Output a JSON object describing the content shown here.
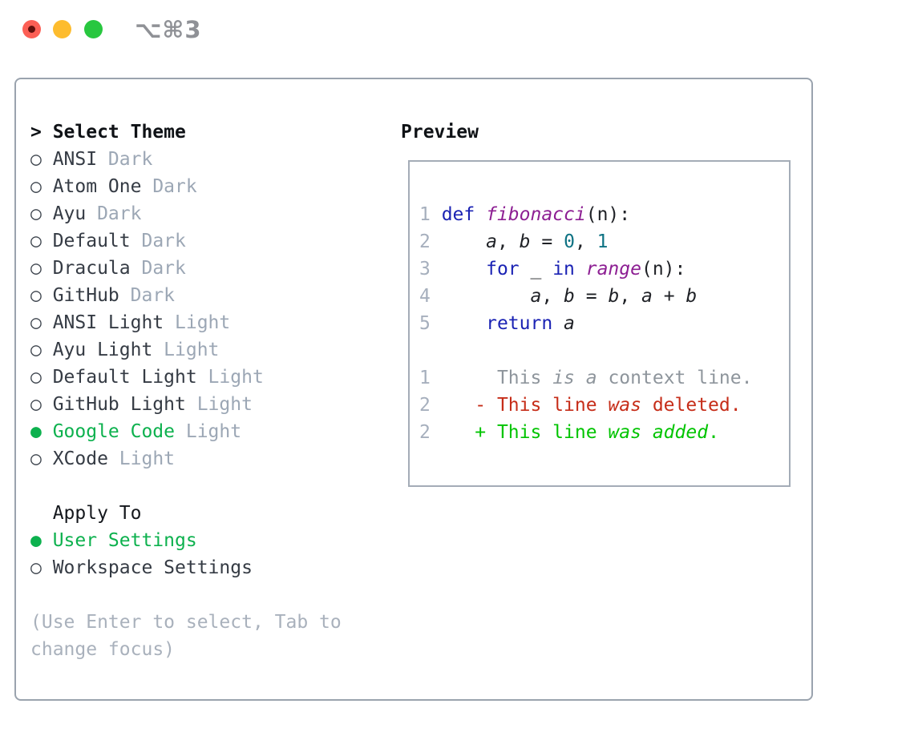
{
  "window": {
    "shortcut_label": "⌥⌘3",
    "traffic_lights": [
      "close",
      "minimize",
      "maximize"
    ]
  },
  "colors": {
    "accent-green": "#0db14e",
    "added-green": "#00c400",
    "deleted-red": "#c62d19",
    "keyword-blue": "#1b23b4",
    "function-purple": "#8d1f93",
    "number-teal": "#0e7283",
    "muted-gray": "#9ca7b5",
    "border-gray": "#9aa3ae"
  },
  "left_panel": {
    "title_prefix": ">",
    "title": "Select Theme",
    "radio_unselected_icon": "○",
    "radio_selected_icon": "●",
    "themes": [
      {
        "name": "ANSI",
        "variant": "Dark",
        "selected": false
      },
      {
        "name": "Atom One",
        "variant": "Dark",
        "selected": false
      },
      {
        "name": "Ayu",
        "variant": "Dark",
        "selected": false
      },
      {
        "name": "Default",
        "variant": "Dark",
        "selected": false
      },
      {
        "name": "Dracula",
        "variant": "Dark",
        "selected": false
      },
      {
        "name": "GitHub",
        "variant": "Dark",
        "selected": false
      },
      {
        "name": "ANSI Light",
        "variant": "Light",
        "selected": false
      },
      {
        "name": "Ayu Light",
        "variant": "Light",
        "selected": false
      },
      {
        "name": "Default Light",
        "variant": "Light",
        "selected": false
      },
      {
        "name": "GitHub Light",
        "variant": "Light",
        "selected": false
      },
      {
        "name": "Google Code",
        "variant": "Light",
        "selected": true
      },
      {
        "name": "XCode",
        "variant": "Light",
        "selected": false
      }
    ],
    "apply_to": {
      "title": "Apply To",
      "options": [
        {
          "label": "User Settings",
          "selected": true
        },
        {
          "label": "Workspace Settings",
          "selected": false
        }
      ]
    },
    "help_lines": [
      "(Use Enter to select, Tab to",
      "change focus)"
    ]
  },
  "preview": {
    "title": "Preview",
    "code_lines": [
      [
        [
          "ln",
          "1 "
        ],
        [
          "kw",
          "def "
        ],
        [
          "fn",
          "fibonacci"
        ],
        [
          "pl",
          "(n):"
        ]
      ],
      [
        [
          "ln",
          "2 "
        ],
        [
          "pl",
          "    "
        ],
        [
          "var",
          "a"
        ],
        [
          "pl",
          ", "
        ],
        [
          "var",
          "b"
        ],
        [
          "pl",
          " = "
        ],
        [
          "num",
          "0"
        ],
        [
          "pl",
          ", "
        ],
        [
          "num",
          "1"
        ]
      ],
      [
        [
          "ln",
          "3 "
        ],
        [
          "pl",
          "    "
        ],
        [
          "kw",
          "for "
        ],
        [
          "pl",
          "_ "
        ],
        [
          "kw",
          "in "
        ],
        [
          "fn",
          "range"
        ],
        [
          "pl",
          "(n):"
        ]
      ],
      [
        [
          "ln",
          "4 "
        ],
        [
          "pl",
          "        "
        ],
        [
          "var",
          "a"
        ],
        [
          "pl",
          ", "
        ],
        [
          "var",
          "b"
        ],
        [
          "pl",
          " = "
        ],
        [
          "var",
          "b"
        ],
        [
          "pl",
          ", "
        ],
        [
          "var",
          "a"
        ],
        [
          "pl",
          " + "
        ],
        [
          "var",
          "b"
        ]
      ],
      [
        [
          "ln",
          "5 "
        ],
        [
          "pl",
          "    "
        ],
        [
          "kw",
          "return "
        ],
        [
          "var",
          "a"
        ]
      ],
      [],
      [
        [
          "ln",
          "1"
        ],
        [
          "ctx",
          "      This "
        ],
        [
          "ctxi",
          "is"
        ],
        [
          "ctx",
          " "
        ],
        [
          "ctxi",
          "a"
        ],
        [
          "ctx",
          " context line."
        ]
      ],
      [
        [
          "ln",
          "2"
        ],
        [
          "del",
          "    - This line "
        ],
        [
          "deli",
          "was"
        ],
        [
          "del",
          " deleted."
        ]
      ],
      [
        [
          "ln",
          "2"
        ],
        [
          "add",
          "    + This line "
        ],
        [
          "addi",
          "was"
        ],
        [
          "add",
          " "
        ],
        [
          "addi",
          "added"
        ],
        [
          "add",
          "."
        ]
      ]
    ]
  }
}
